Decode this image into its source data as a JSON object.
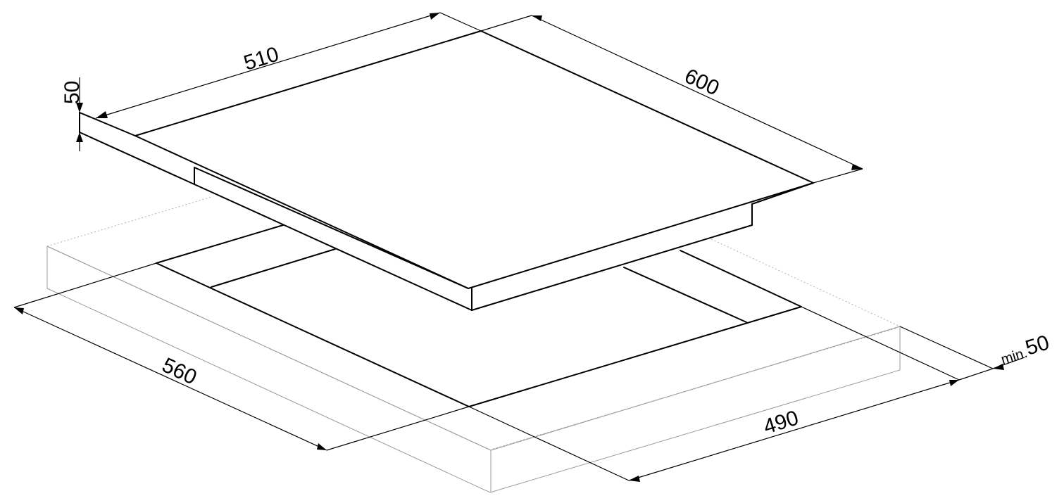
{
  "dimensions": {
    "hob_width": "510",
    "hob_depth": "600",
    "hob_height": "50",
    "cutout_width": "560",
    "cutout_depth": "490",
    "min_clearance_prefix": "min.",
    "min_clearance_value": "50"
  },
  "colors": {
    "line": "#000000",
    "worktop_outline": "#9a9a9a",
    "background": "#ffffff"
  }
}
